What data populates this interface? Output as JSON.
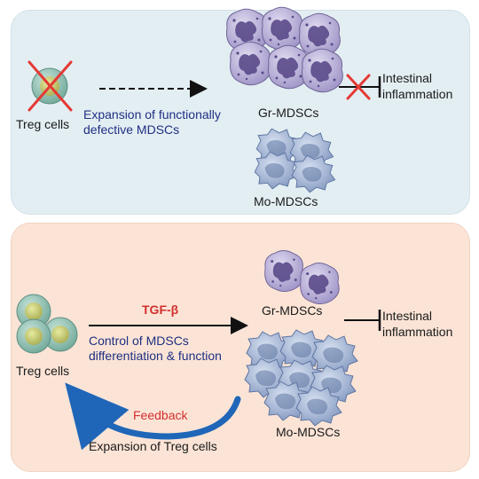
{
  "top_panel": {
    "treg_label": "Treg cells",
    "process_line1": "Expansion of functionally",
    "process_line2": "defective MDSCs",
    "gr_label": "Gr-MDSCs",
    "mo_label": "Mo-MDSCs",
    "outcome_line1": "Intestinal",
    "outcome_line2": "inflammation"
  },
  "bottom_panel": {
    "treg_label": "Treg cells",
    "signal": "TGF-β",
    "process_line1": "Control of MDSCs",
    "process_line2": "differentiation & function",
    "gr_label": "Gr-MDSCs",
    "mo_label": "Mo-MDSCs",
    "outcome_line1": "Intestinal",
    "outcome_line2": "inflammation",
    "feedback_label": "Feedback",
    "feedback_caption": "Expansion of Treg cells"
  },
  "colors": {
    "top_bg": "#e3eef3",
    "bottom_bg": "#fbe4d6",
    "treg_cell": "#8fc1b4",
    "treg_nucleus": "#c9cf7c",
    "gr_cell": "#b8aed6",
    "gr_nucleus": "#5a4a8a",
    "mo_cell": "#9fb2d4",
    "inhibit_cross": "#e53935",
    "feedback_arrow": "#1f66b8",
    "blue_text": "#1f2f82",
    "red_text": "#d32f2f"
  }
}
